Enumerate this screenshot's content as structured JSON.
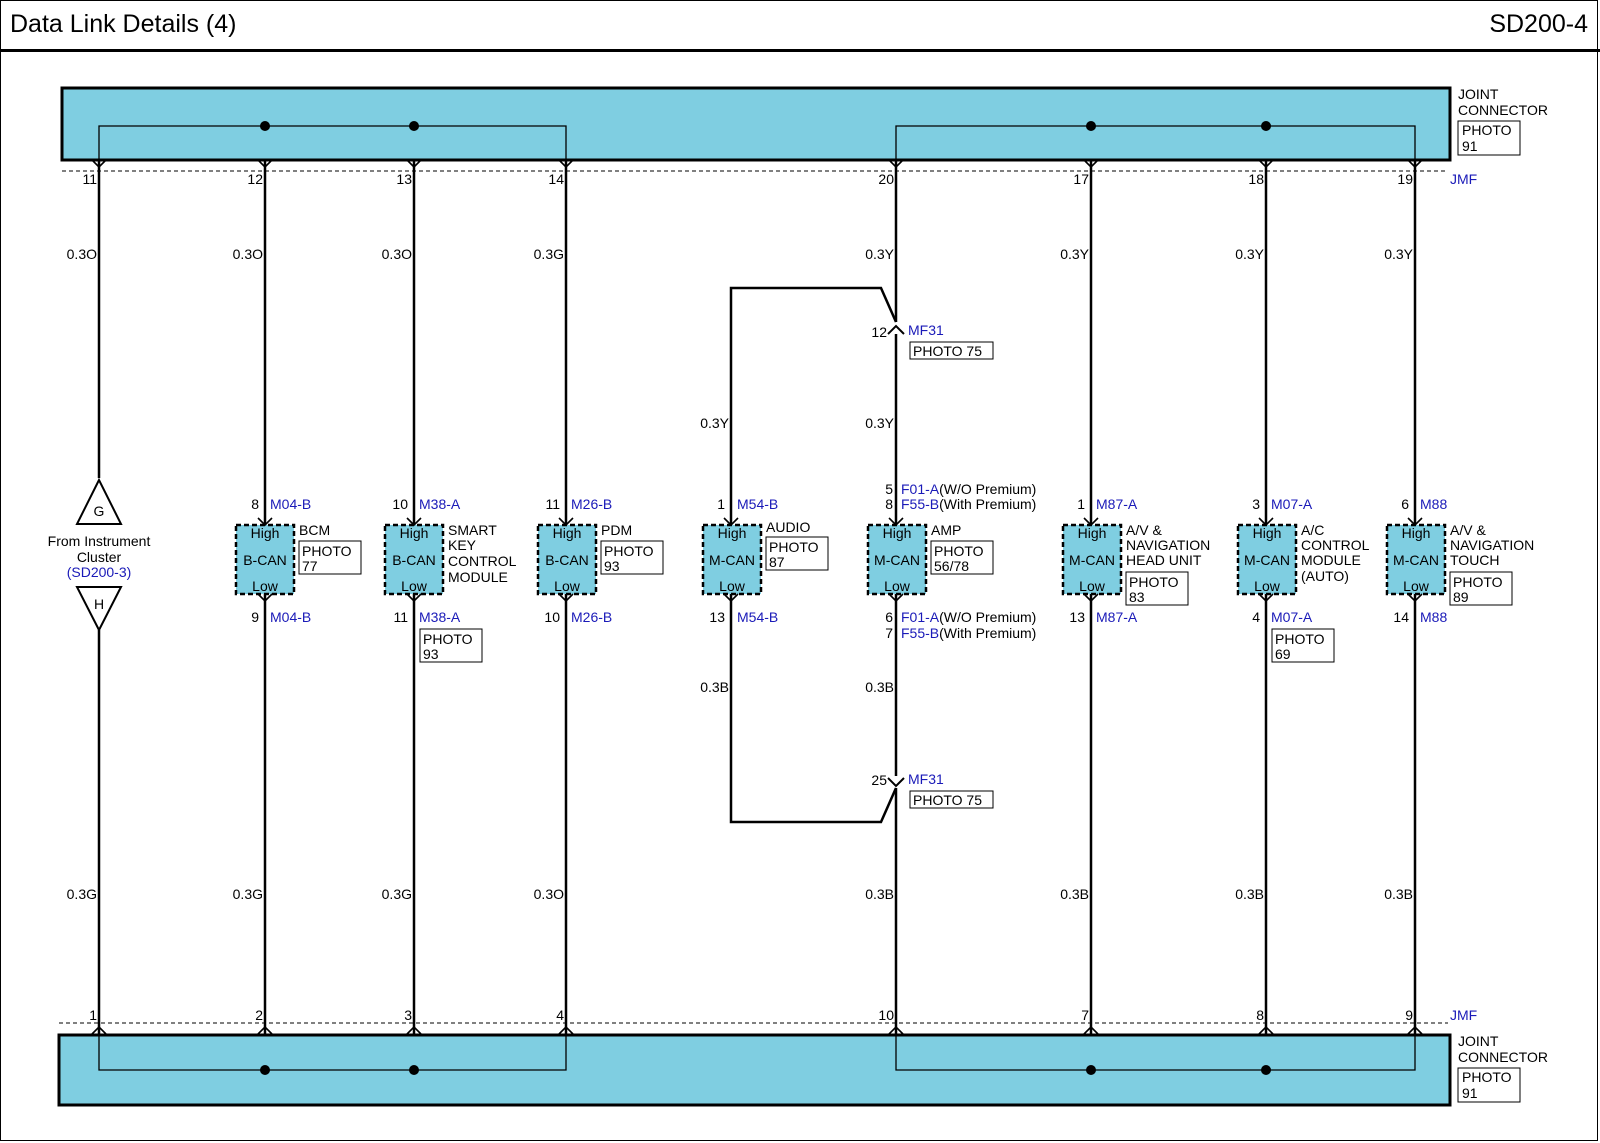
{
  "header": {
    "title": "Data Link Details (4)",
    "code": "SD200-4"
  },
  "colors": {
    "connector_fill": "#7FCEE1",
    "link_blue": "#1A1AB8",
    "wire": "#000000"
  },
  "top_connector": {
    "label_line1": "JOINT",
    "label_line2": "CONNECTOR",
    "photo_line1": "PHOTO",
    "photo_line2": "91",
    "ref": "JMF"
  },
  "bottom_connector": {
    "label_line1": "JOINT",
    "label_line2": "CONNECTOR",
    "photo_line1": "PHOTO",
    "photo_line2": "91",
    "ref": "JMF"
  },
  "ground_off_page": {
    "top_symbol": "G",
    "bottom_symbol": "H",
    "text_line1": "From Instrument",
    "text_line2": "Cluster",
    "ref": "(SD200-3)"
  },
  "columns": [
    {
      "top_pin": "11",
      "bottom_pin": "1",
      "upper_wire": "0.3O",
      "lower_wire": "0.3G"
    },
    {
      "top_pin": "12",
      "bottom_pin": "2",
      "upper_wire": "0.3O",
      "lower_wire": "0.3G",
      "module": {
        "high": "High",
        "bus": "B-CAN",
        "low": "Low",
        "name": [
          "BCM"
        ],
        "photo": [
          "PHOTO",
          "77"
        ],
        "hi_pin": "8",
        "hi_conn": "M04-B",
        "lo_pin": "9",
        "lo_conn": "M04-B"
      }
    },
    {
      "top_pin": "13",
      "bottom_pin": "3",
      "upper_wire": "0.3O",
      "lower_wire": "0.3G",
      "module": {
        "high": "High",
        "bus": "B-CAN",
        "low": "Low",
        "name": [
          "SMART",
          "KEY",
          "CONTROL",
          "MODULE"
        ],
        "photo": [
          "PHOTO",
          "93"
        ],
        "hi_pin": "10",
        "hi_conn": "M38-A",
        "lo_pin": "11",
        "lo_conn": "M38-A"
      }
    },
    {
      "top_pin": "14",
      "bottom_pin": "4",
      "upper_wire": "0.3G",
      "lower_wire": "0.3O",
      "module": {
        "high": "High",
        "bus": "B-CAN",
        "low": "Low",
        "name": [
          "PDM"
        ],
        "photo": [
          "PHOTO",
          "93"
        ],
        "hi_pin": "11",
        "hi_conn": "M26-B",
        "lo_pin": "10",
        "lo_conn": "M26-B"
      }
    },
    {
      "module": {
        "high": "High",
        "bus": "M-CAN",
        "low": "Low",
        "name": [
          "AUDIO"
        ],
        "photo": [
          "PHOTO",
          "87"
        ],
        "hi_pin": "1",
        "hi_conn": "M54-B",
        "lo_pin": "13",
        "lo_conn": "M54-B"
      },
      "upper_wire": "0.3Y",
      "lower_wire": "0.3B"
    },
    {
      "top_pin": "20",
      "bottom_pin": "10",
      "upper_wire": "0.3Y",
      "mid_upper_wire": "0.3Y",
      "mid_lower_wire": "0.3B",
      "lower_wire": "0.3B",
      "inline_top": {
        "pin": "12",
        "conn": "MF31",
        "photo": "PHOTO 75"
      },
      "inline_bottom": {
        "pin": "25",
        "conn": "MF31",
        "photo": "PHOTO 75"
      },
      "module": {
        "high": "High",
        "bus": "M-CAN",
        "low": "Low",
        "name": [
          "AMP"
        ],
        "photo": [
          "PHOTO",
          "56/78"
        ],
        "hi_pin_a": "5",
        "hi_conn_a": "F01-A",
        "hi_note_a": "(W/O Premium)",
        "hi_pin_b": "8",
        "hi_conn_b": "F55-B",
        "hi_note_b": "(With Premium)",
        "lo_pin_a": "6",
        "lo_conn_a": "F01-A",
        "lo_note_a": "(W/O Premium)",
        "lo_pin_b": "7",
        "lo_conn_b": "F55-B",
        "lo_note_b": "(With Premium)"
      }
    },
    {
      "top_pin": "17",
      "bottom_pin": "7",
      "upper_wire": "0.3Y",
      "lower_wire": "0.3B",
      "module": {
        "high": "High",
        "bus": "M-CAN",
        "low": "Low",
        "name": [
          "A/V &",
          "NAVIGATION",
          "HEAD UNIT"
        ],
        "photo": [
          "PHOTO",
          "83"
        ],
        "hi_pin": "1",
        "hi_conn": "M87-A",
        "lo_pin": "13",
        "lo_conn": "M87-A"
      }
    },
    {
      "top_pin": "18",
      "bottom_pin": "8",
      "upper_wire": "0.3Y",
      "lower_wire": "0.3B",
      "module": {
        "high": "High",
        "bus": "M-CAN",
        "low": "Low",
        "name": [
          "A/C",
          "CONTROL",
          "MODULE",
          "(AUTO)"
        ],
        "photo": [
          "PHOTO",
          "69"
        ],
        "hi_pin": "3",
        "hi_conn": "M07-A",
        "lo_pin": "4",
        "lo_conn": "M07-A"
      }
    },
    {
      "top_pin": "19",
      "bottom_pin": "9",
      "upper_wire": "0.3Y",
      "lower_wire": "0.3B",
      "module": {
        "high": "High",
        "bus": "M-CAN",
        "low": "Low",
        "name": [
          "A/V &",
          "NAVIGATION",
          "TOUCH"
        ],
        "photo": [
          "PHOTO",
          "89"
        ],
        "hi_pin": "6",
        "hi_conn": "M88",
        "lo_pin": "14",
        "lo_conn": "M88"
      }
    }
  ]
}
